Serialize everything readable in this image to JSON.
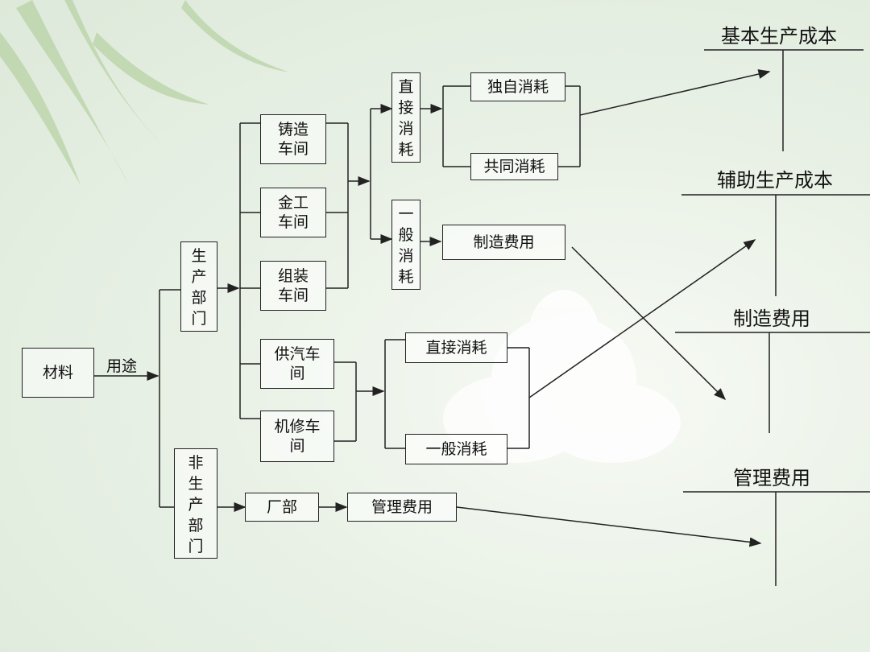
{
  "nodes": {
    "material": "材料",
    "usage": "用途",
    "production_dept": "生\n产\n部\n门",
    "non_production_dept": "非\n生\n产\n部\n门",
    "casting_workshop": "铸造\n车间",
    "metalwork_workshop": "金工\n车间",
    "assembly_workshop": "组装\n车间",
    "steam_workshop": "供汽车\n间",
    "repair_workshop": "机修车\n间",
    "direct_consumption_v": "直\n接\n消\n耗",
    "general_consumption_v": "一\n般\n消\n耗",
    "sole_consumption": "独自消耗",
    "shared_consumption": "共同消耗",
    "manufacturing_overhead_box": "制造费用",
    "aux_direct_consumption": "直接消耗",
    "aux_general_consumption": "一般消耗",
    "factory_office": "厂部",
    "admin_expense_box": "管理费用"
  },
  "accounts": {
    "basic_production_cost": "基本生产成本",
    "auxiliary_production_cost": "辅助生产成本",
    "manufacturing_overhead": "制造费用",
    "administrative_expense": "管理费用"
  }
}
